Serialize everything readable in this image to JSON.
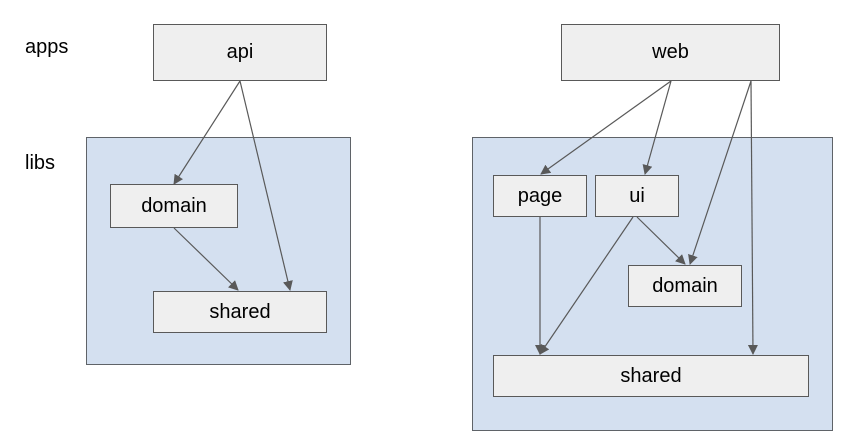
{
  "row_labels": {
    "apps": "apps",
    "libs": "libs"
  },
  "left": {
    "nodes": {
      "api": "api",
      "domain": "domain",
      "shared": "shared"
    }
  },
  "right": {
    "nodes": {
      "web": "web",
      "page": "page",
      "ui": "ui",
      "domain": "domain",
      "shared": "shared"
    }
  },
  "colors": {
    "group_fill": "#d4e0f0",
    "node_fill": "#efefef",
    "edge": "#595959"
  },
  "edges": [
    [
      "api",
      "domain"
    ],
    [
      "api",
      "shared"
    ],
    [
      "domain",
      "shared"
    ],
    [
      "web",
      "page"
    ],
    [
      "web",
      "ui"
    ],
    [
      "web",
      "domain"
    ],
    [
      "web",
      "shared"
    ],
    [
      "ui",
      "domain"
    ],
    [
      "ui",
      "shared"
    ],
    [
      "page",
      "shared"
    ]
  ]
}
